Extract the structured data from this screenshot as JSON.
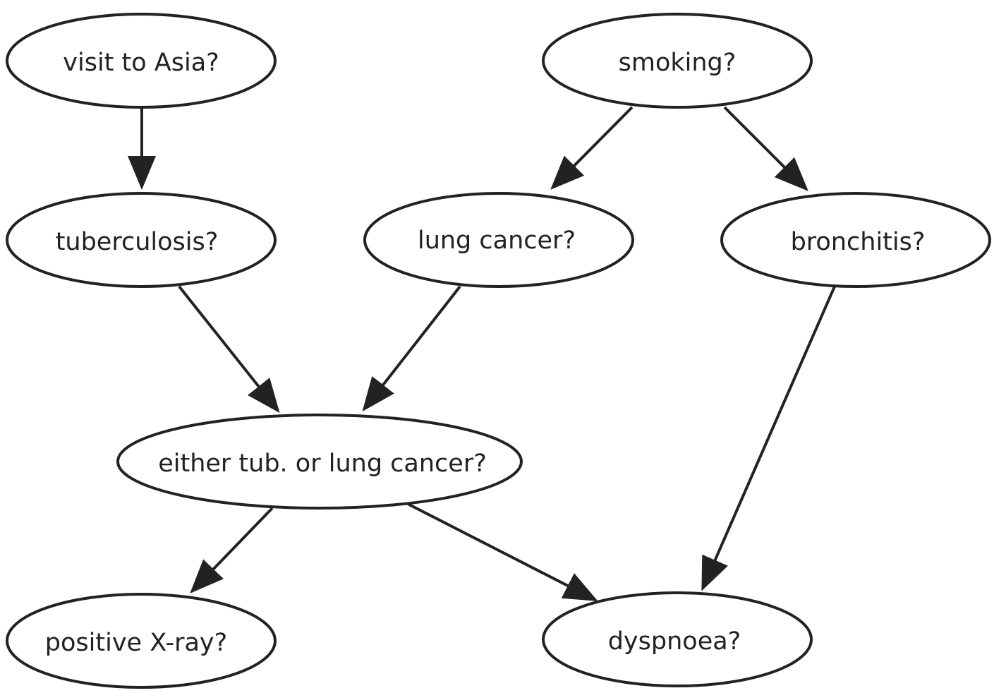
{
  "diagram": {
    "type": "directed-graph",
    "stroke_color": "#222222",
    "background_color": "#ffffff",
    "nodes": [
      {
        "id": "asia",
        "label": "visit to Asia?"
      },
      {
        "id": "smoking",
        "label": "smoking?"
      },
      {
        "id": "tub",
        "label": "tuberculosis?"
      },
      {
        "id": "lung",
        "label": "lung cancer?"
      },
      {
        "id": "bronc",
        "label": "bronchitis?"
      },
      {
        "id": "either",
        "label": "either tub. or lung cancer?"
      },
      {
        "id": "xray",
        "label": "positive X-ray?"
      },
      {
        "id": "dysp",
        "label": "dyspnoea?"
      }
    ],
    "edges": [
      {
        "from": "asia",
        "to": "tub"
      },
      {
        "from": "smoking",
        "to": "lung"
      },
      {
        "from": "smoking",
        "to": "bronc"
      },
      {
        "from": "tub",
        "to": "either"
      },
      {
        "from": "lung",
        "to": "either"
      },
      {
        "from": "bronc",
        "to": "dysp"
      },
      {
        "from": "either",
        "to": "xray"
      },
      {
        "from": "either",
        "to": "dysp"
      }
    ]
  }
}
